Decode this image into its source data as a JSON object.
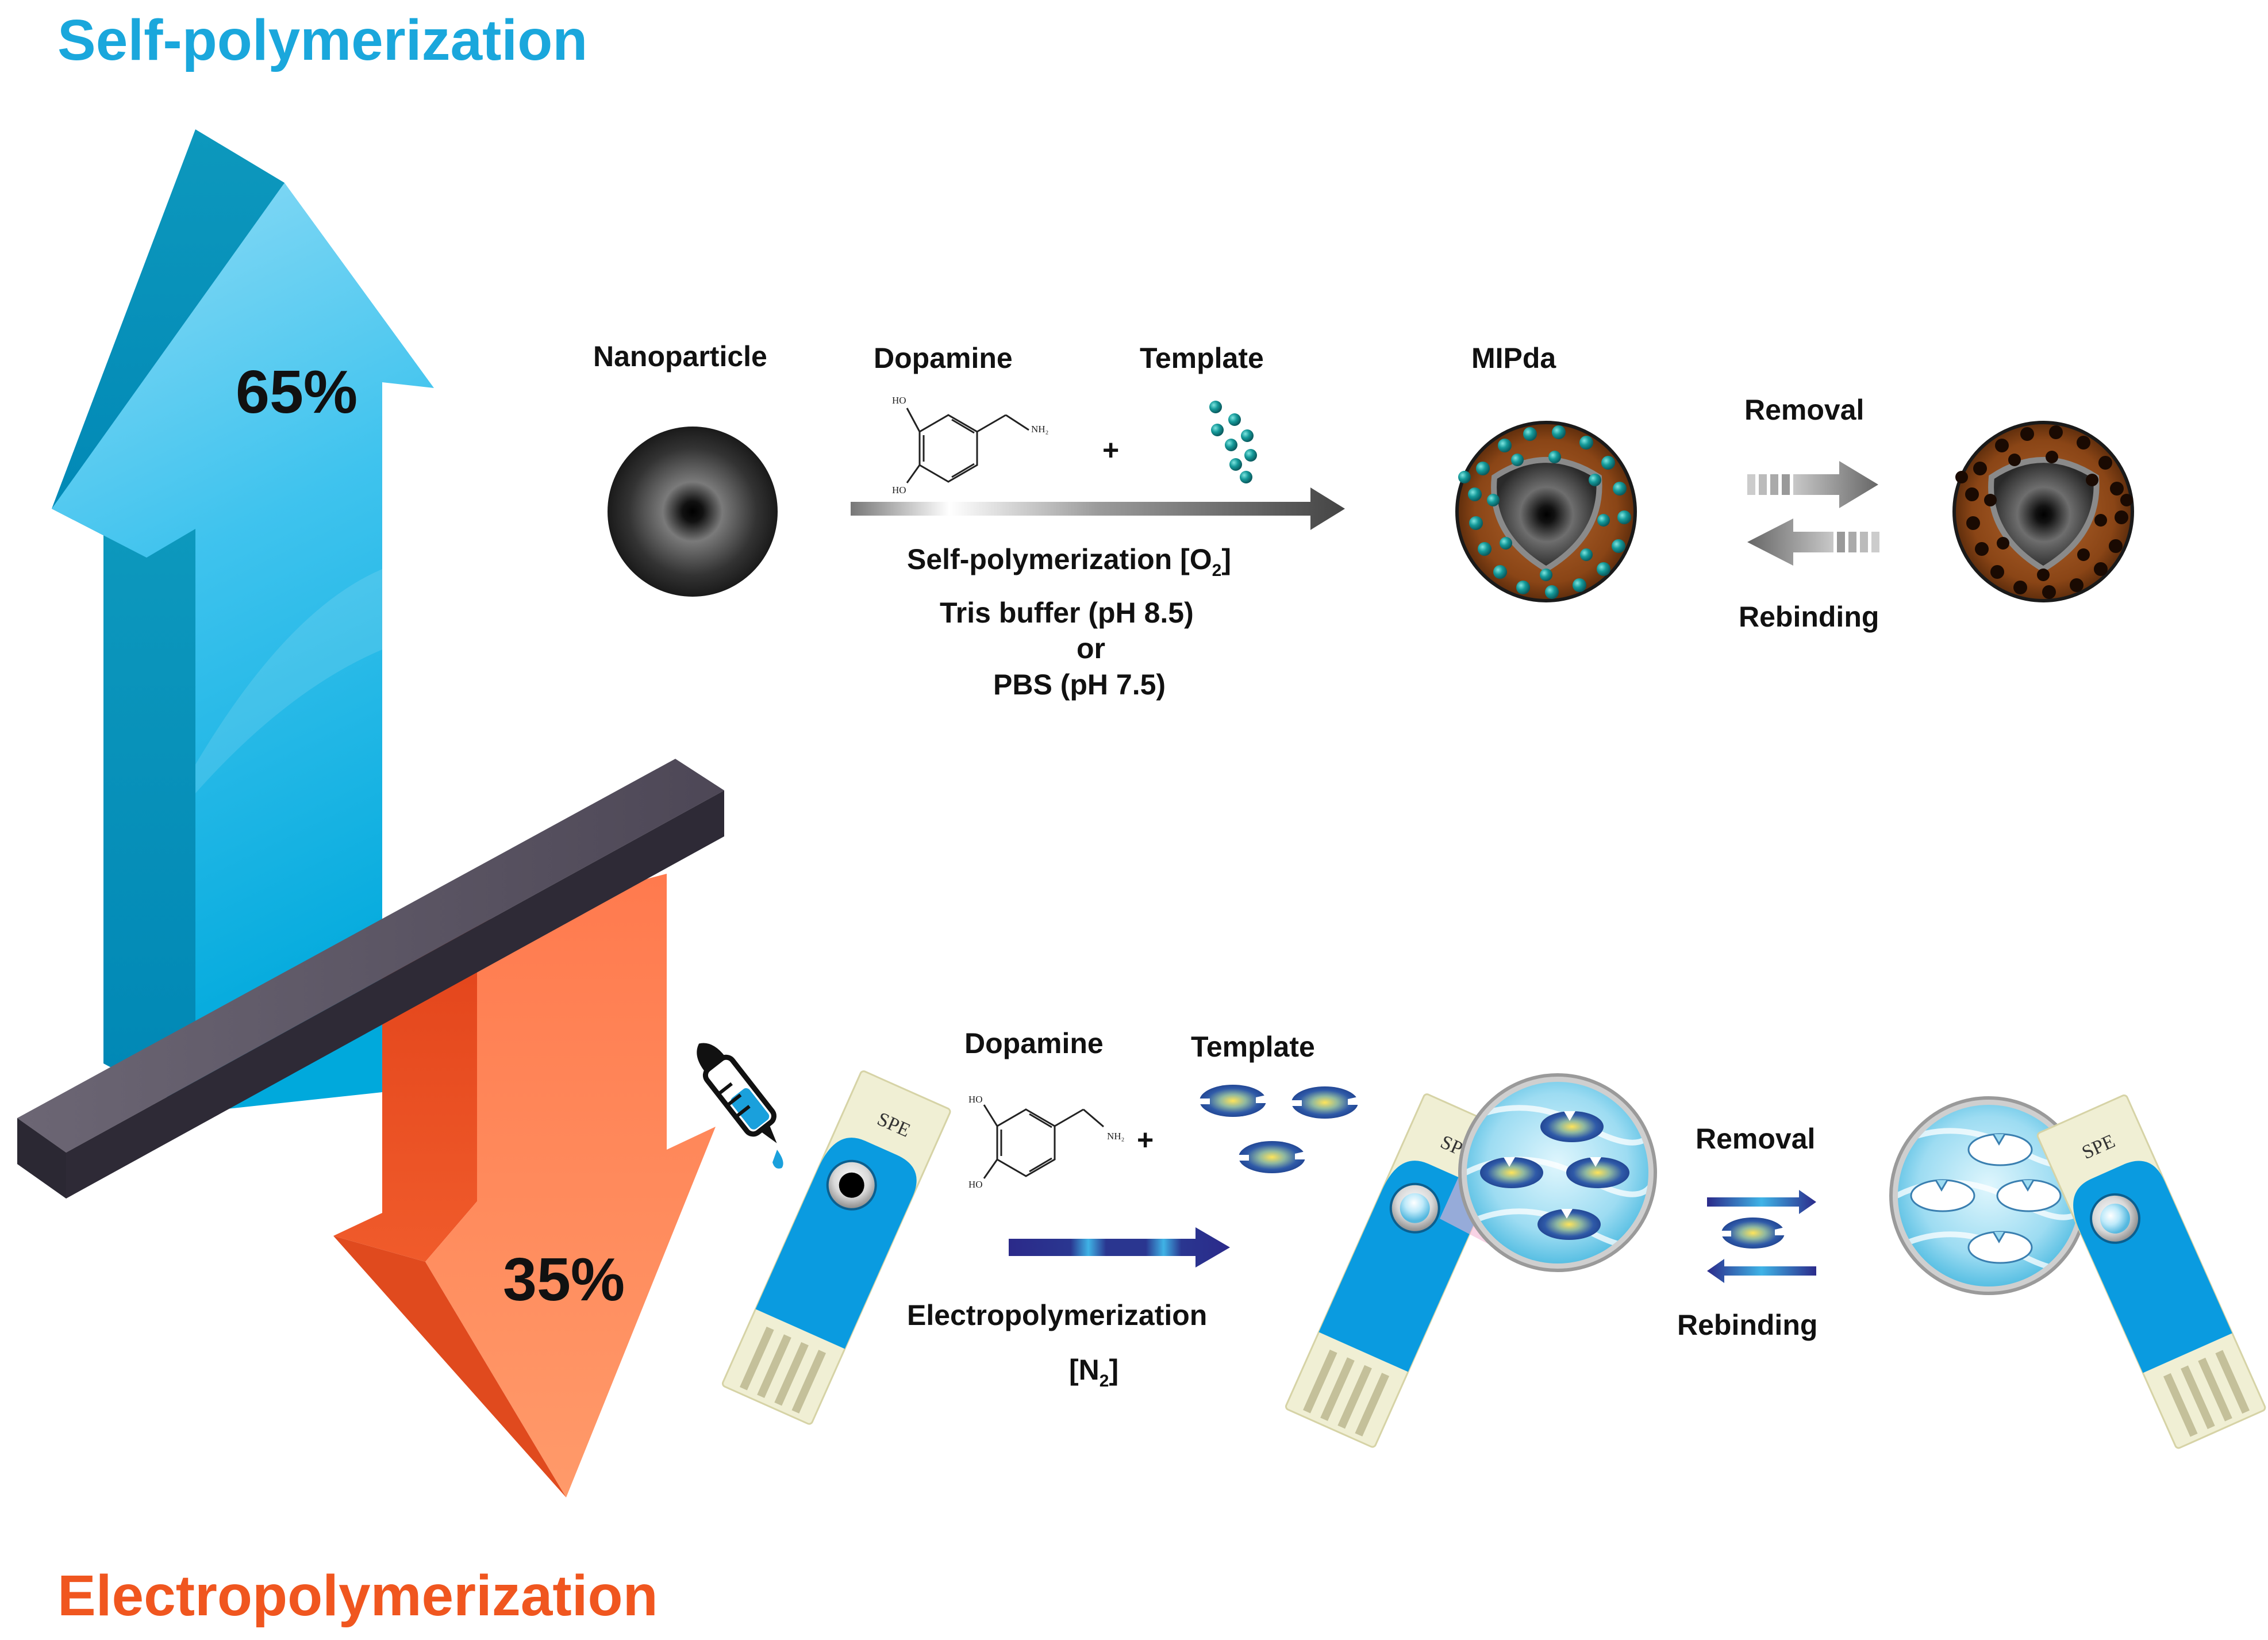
{
  "titles": {
    "top": "Self-polymerization",
    "bottom": "Electropolymerization"
  },
  "percentages": {
    "self": "65%",
    "electro": "35%"
  },
  "top_route": {
    "nanoparticle": "Nanoparticle",
    "dopamine": "Dopamine",
    "template": "Template",
    "plus": "+",
    "product": "MIPda",
    "condition_main": "Self-polymerization [O",
    "condition_sub": "2",
    "condition_close": "]",
    "buffer_1": "Tris buffer (pH 8.5)",
    "or": "or",
    "buffer_2": "PBS (pH 7.5)",
    "removal": "Removal",
    "rebinding": "Rebinding"
  },
  "bottom_route": {
    "dopamine": "Dopamine",
    "template": "Template",
    "plus": "+",
    "condition": "Electropolymerization",
    "gas_open": "[N",
    "gas_sub": "2",
    "gas_close": "]",
    "removal": "Removal",
    "rebinding": "Rebinding",
    "electrode_label": "SPE"
  },
  "chem_labels": {
    "ho": "HO",
    "nh2": "NH₂"
  },
  "colors": {
    "self_accent": "#11a9e1",
    "electro_accent": "#f25822",
    "bar": "#4a4554",
    "polymer": "#8b4513",
    "template_dot": "#0d8f8f",
    "strip": "#0a9be0"
  }
}
